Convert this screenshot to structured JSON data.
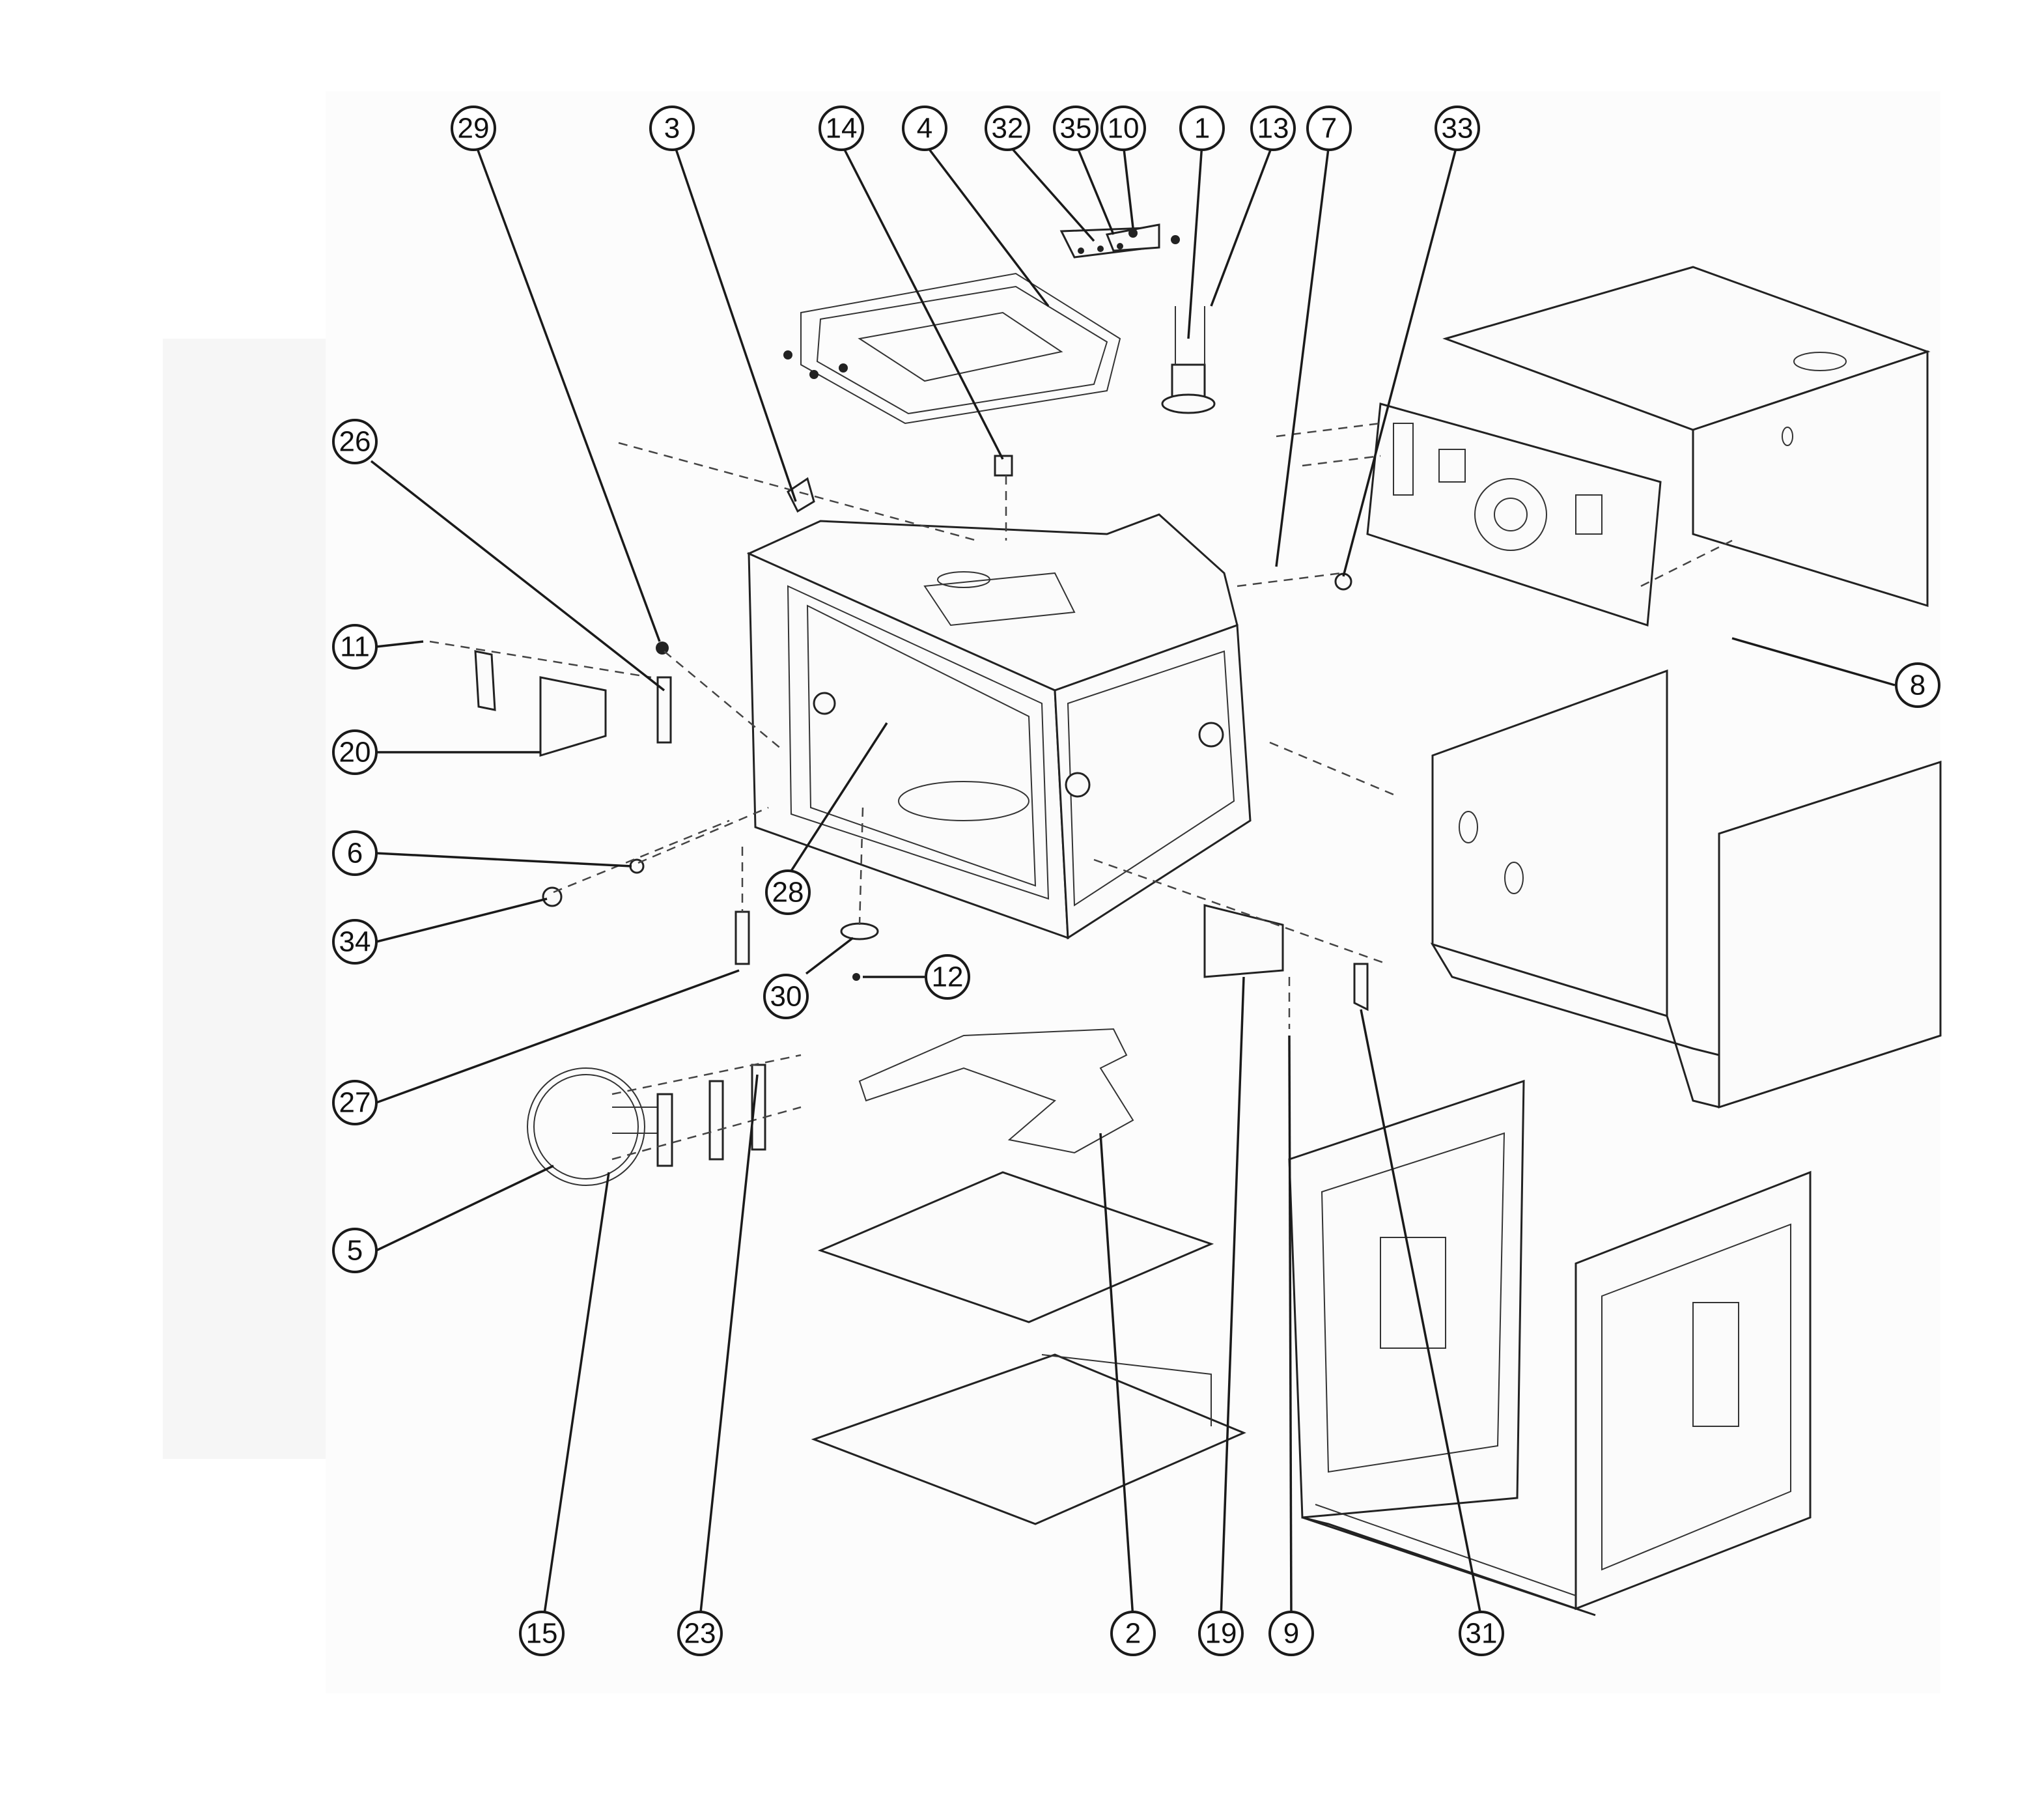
{
  "diagram": {
    "callouts": [
      {
        "id": "29",
        "label": "29"
      },
      {
        "id": "3",
        "label": "3"
      },
      {
        "id": "14",
        "label": "14"
      },
      {
        "id": "4",
        "label": "4"
      },
      {
        "id": "32",
        "label": "32"
      },
      {
        "id": "35",
        "label": "35"
      },
      {
        "id": "10",
        "label": "10"
      },
      {
        "id": "1",
        "label": "1"
      },
      {
        "id": "13",
        "label": "13"
      },
      {
        "id": "7",
        "label": "7"
      },
      {
        "id": "33",
        "label": "33"
      },
      {
        "id": "26",
        "label": "26"
      },
      {
        "id": "11",
        "label": "11"
      },
      {
        "id": "20",
        "label": "20"
      },
      {
        "id": "6",
        "label": "6"
      },
      {
        "id": "34",
        "label": "34"
      },
      {
        "id": "28",
        "label": "28"
      },
      {
        "id": "30",
        "label": "30"
      },
      {
        "id": "12",
        "label": "12"
      },
      {
        "id": "27",
        "label": "27"
      },
      {
        "id": "5",
        "label": "5"
      },
      {
        "id": "8",
        "label": "8"
      },
      {
        "id": "15",
        "label": "15"
      },
      {
        "id": "23",
        "label": "23"
      },
      {
        "id": "2",
        "label": "2"
      },
      {
        "id": "19",
        "label": "19"
      },
      {
        "id": "9",
        "label": "9"
      },
      {
        "id": "31",
        "label": "31"
      }
    ]
  }
}
